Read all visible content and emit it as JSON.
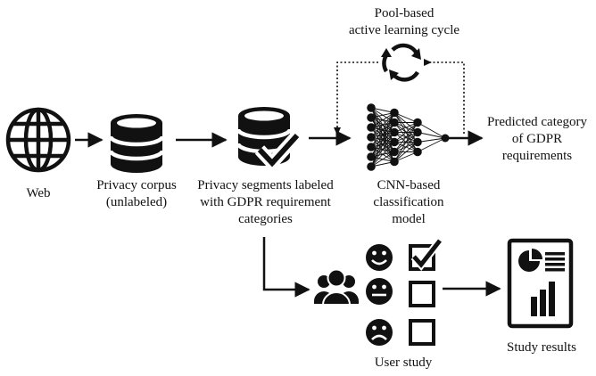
{
  "labels": {
    "cycle_line1": "Pool-based",
    "cycle_line2": "active learning cycle",
    "web": "Web",
    "corpus_line1": "Privacy corpus",
    "corpus_line2": "(unlabeled)",
    "segments_line1": "Privacy segments labeled",
    "segments_line2": "with GDPR requirement",
    "segments_line3": "categories",
    "cnn_line1": "CNN-based",
    "cnn_line2": "classification",
    "cnn_line3": "model",
    "predicted_line1": "Predicted category",
    "predicted_line2": "of GDPR",
    "predicted_line3": "requirements",
    "user_study": "User study",
    "study_results": "Study results"
  },
  "icons": {
    "globe": "globe-icon",
    "database": "database-icon",
    "labeled_database": "database-check-icon",
    "neural_network": "neural-network-icon",
    "cycle": "refresh-cycle-icon",
    "users": "users-group-icon",
    "happy_face": "smiley-happy-icon",
    "neutral_face": "smiley-neutral-icon",
    "sad_face": "smiley-sad-icon",
    "checked_box": "checkbox-checked-icon",
    "empty_box": "checkbox-empty-icon",
    "report": "report-chart-icon"
  },
  "colors": {
    "ink": "#111111",
    "background": "#ffffff"
  }
}
